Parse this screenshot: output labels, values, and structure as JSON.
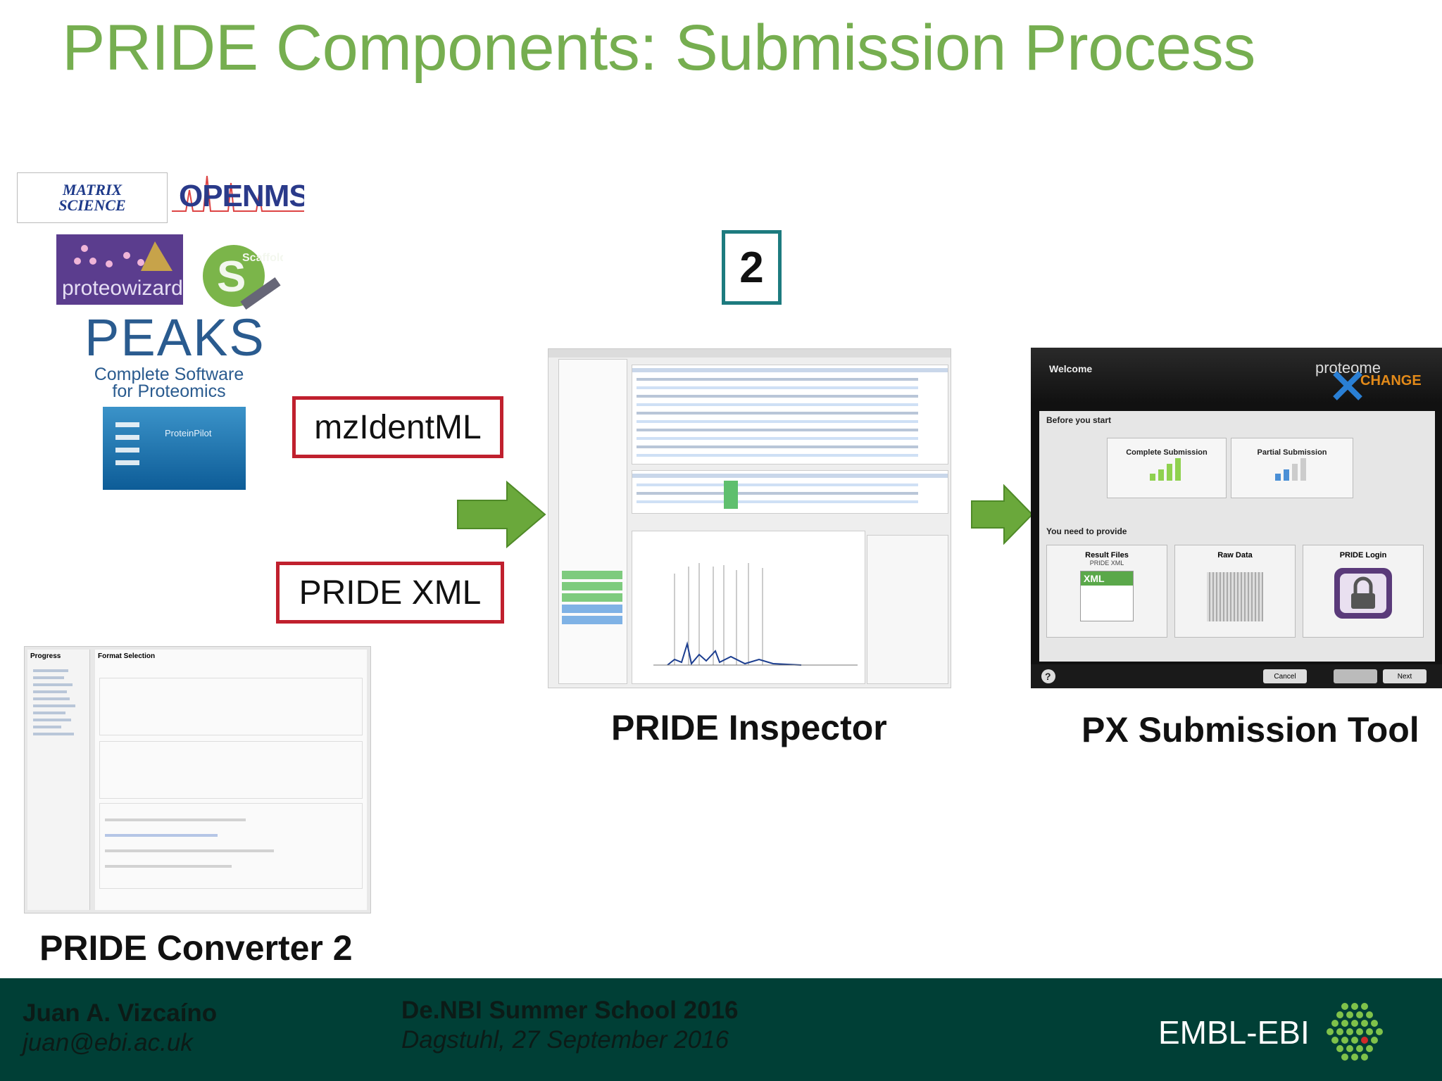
{
  "slide": {
    "title": "PRIDE Components: Submission Process",
    "step_number": "2"
  },
  "formats": {
    "mzidentml": "mzIdentML",
    "pride_xml": "PRIDE XML"
  },
  "logos": {
    "matrix_science": "MATRIX SCIENCE",
    "openms": "OPENMS",
    "proteowizard": "proteowizard",
    "scaffold": "Scaffold",
    "peaks_name": "PEAKS",
    "peaks_tagline_line1": "Complete Software",
    "peaks_tagline_line2": "for Proteomics",
    "proteinpilot": "ProteinPilot"
  },
  "captions": {
    "pride_converter": "PRIDE Converter 2",
    "pride_inspector": "PRIDE Inspector",
    "px_submission_tool": "PX Submission Tool"
  },
  "converter_ui": {
    "progress_label": "Progress",
    "panel_title": "Format Selection"
  },
  "px_tool": {
    "welcome": "Welcome",
    "logo_top": "proteome",
    "logo_bottom": "CHANGE",
    "before_you_start": "Before you start",
    "complete_submission": "Complete Submission",
    "partial_submission": "Partial Submission",
    "you_need_to_provide": "You need to provide",
    "result_files": "Result Files",
    "result_files_sub": "PRIDE XML",
    "raw_data": "Raw Data",
    "pride_login": "PRIDE Login",
    "xml_badge": "XML",
    "cancel": "Cancel",
    "next": "Next"
  },
  "footer": {
    "author": "Juan A. Vizcaíno",
    "email": "juan@ebi.ac.uk",
    "event": "De.NBI Summer School 2016",
    "location_date": "Dagstuhl, 27 September 2016",
    "org": "EMBL-EBI"
  },
  "colors": {
    "title_green": "#76ae50",
    "arrow_green": "#6aa83b",
    "format_border_red": "#c0202e",
    "step_border_teal": "#1d7b7f",
    "footer_bg": "#003f36"
  }
}
